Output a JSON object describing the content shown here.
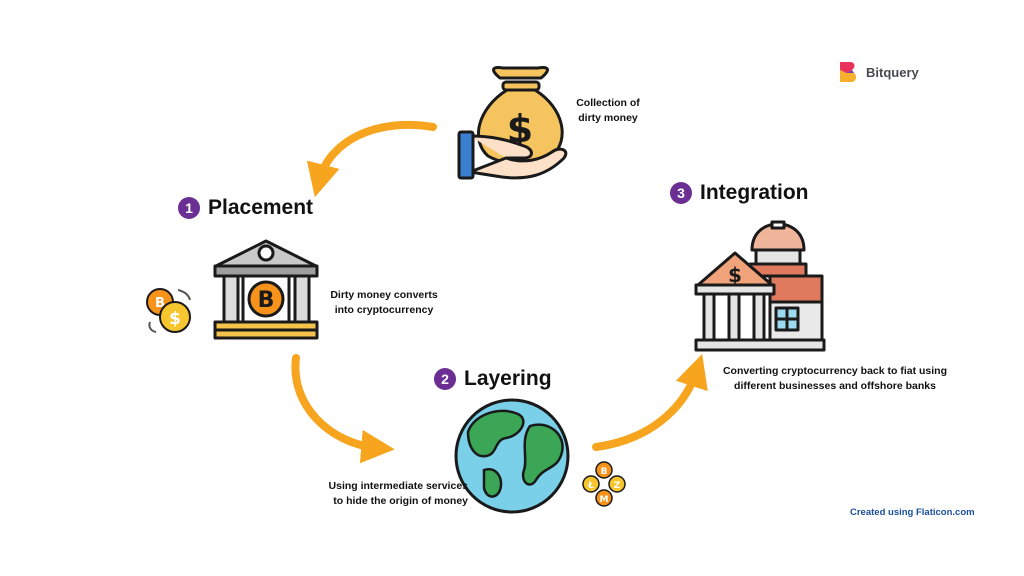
{
  "brand": {
    "name": "Bitquery",
    "colors": [
      "#e8315b",
      "#f7b02e",
      "#7b3fa0"
    ]
  },
  "colors": {
    "arrow": "#f7a51e",
    "badge": "#6b2f93",
    "credit": "#1a4f9c"
  },
  "collection": {
    "label_line1": "Collection of",
    "label_line2": "dirty money",
    "icon": "money-bag-on-hand-icon"
  },
  "placement": {
    "number": "1",
    "title": "Placement",
    "label_line1": "Dirty money converts",
    "label_line2": "into cryptocurrency",
    "icon": "bank-with-bitcoin-icon",
    "side_icon": "coin-exchange-icon"
  },
  "layering": {
    "number": "2",
    "title": "Layering",
    "label_line1": "Using intermediate services",
    "label_line2": "to hide the origin of money",
    "icon": "globe-icon",
    "side_icon": "crypto-coins-cycle-icon"
  },
  "integration": {
    "number": "3",
    "title": "Integration",
    "label_line1": "Converting cryptocurrency back to fiat using",
    "label_line2": "different businesses and offshore banks",
    "icon": "bank-buildings-icon"
  },
  "credit": "Created using Flaticon.com"
}
